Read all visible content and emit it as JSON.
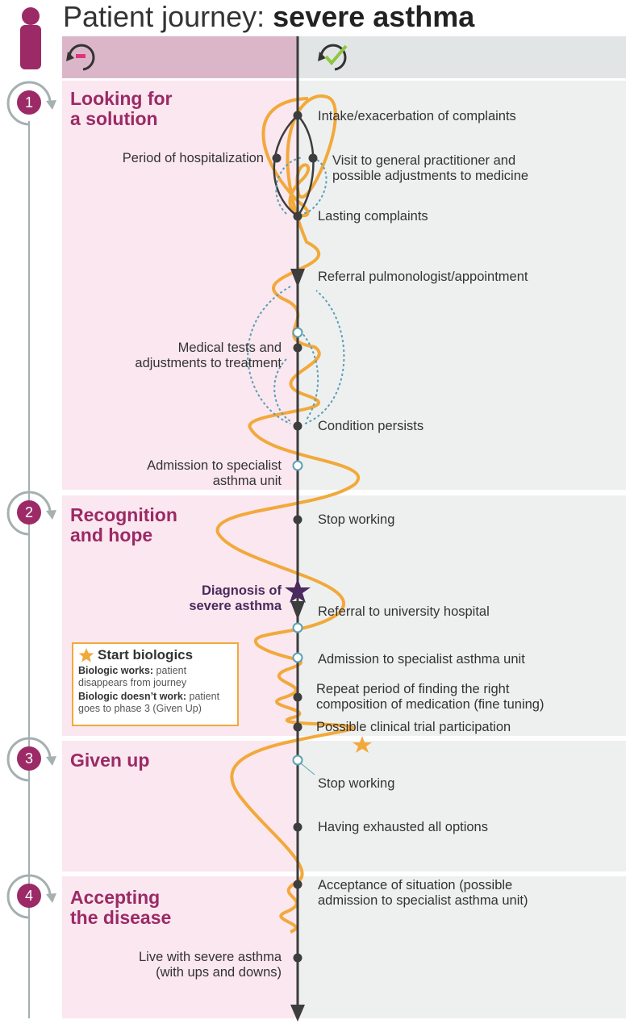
{
  "title": {
    "part1": "Patient journey: ",
    "part2": "severe asthma"
  },
  "columns": {
    "negative_icon": "minus-refresh-icon",
    "positive_icon": "check-refresh-icon"
  },
  "phases": [
    {
      "number": "1",
      "title_l1": "Looking for",
      "title_l2": "a solution"
    },
    {
      "number": "2",
      "title_l1": "Recognition",
      "title_l2": "and hope"
    },
    {
      "number": "3",
      "title_l1": "Given up",
      "title_l2": ""
    },
    {
      "number": "4",
      "title_l1": "Accepting",
      "title_l2": "the disease"
    }
  ],
  "events": {
    "intake": "Intake/exacerbation of complaints",
    "hospitalization": "Period of hospitalization",
    "gp_l1": "Visit to general practitioner and",
    "gp_l2": "possible adjustments to medicine",
    "lasting": "Lasting complaints",
    "referral_pulm": "Referral pulmonologist/appointment",
    "tests_l1": "Medical tests and",
    "tests_l2": "adjustments to treatment",
    "persists": "Condition persists",
    "admission_l1": "Admission to specialist",
    "admission_l2": "asthma unit",
    "stop1": "Stop working",
    "diagnosis_l1": "Diagnosis of",
    "diagnosis_l2": "severe asthma",
    "referral_uni": "Referral to university hospital",
    "admission2": "Admission to specialist asthma unit",
    "repeat_l1": "Repeat period of finding the right",
    "repeat_l2": "composition of medication (fine tuning)",
    "trial": "Possible clinical trial participation",
    "stop2": "Stop working",
    "exhausted": "Having exhausted all options",
    "acceptance_l1": "Acceptance of situation (possible",
    "acceptance_l2": "admission to specialist asthma unit)",
    "live_l1": "Live with severe asthma",
    "live_l2": "(with ups and downs)"
  },
  "biologics": {
    "heading": "Start biologics",
    "works_bold": "Biologic works:",
    "works_text": " patient disappears from journey",
    "fails_bold": "Biologic doesn’t work:",
    "fails_text": " patient goes to phase 3 (Given Up)"
  },
  "colors": {
    "phase": "#9b2a66",
    "pink_bg": "#fbe7ef",
    "grey_bg": "#eef0f0",
    "orange": "#f2a93b",
    "teal": "#5aa0b4",
    "axis": "#3d3d3d"
  }
}
